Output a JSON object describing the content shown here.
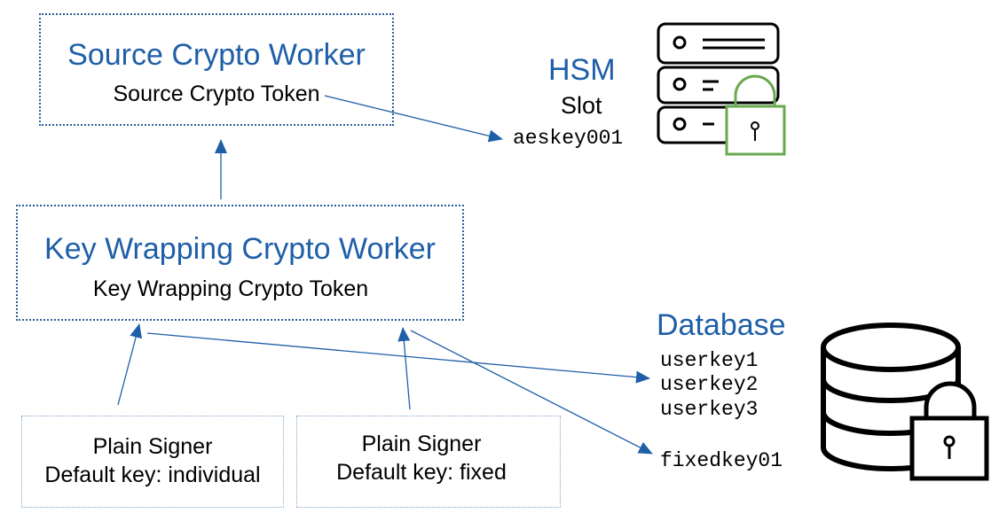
{
  "source_worker": {
    "title": "Source Crypto Worker",
    "token": "Source Crypto Token"
  },
  "key_wrapping_worker": {
    "title": "Key Wrapping Crypto Worker",
    "token": "Key Wrapping Crypto Token"
  },
  "signer_individual": {
    "line1": "Plain Signer",
    "line2": "Default key: individual"
  },
  "signer_fixed": {
    "line1": "Plain Signer",
    "line2": "Default key: fixed"
  },
  "hsm": {
    "title": "HSM",
    "slot_label": "Slot",
    "key": "aeskey001"
  },
  "database": {
    "title": "Database",
    "keys": [
      "userkey1",
      "userkey2",
      "userkey3"
    ],
    "fixed_key": "fixedkey01"
  },
  "colors": {
    "accent_blue": "#1f5fa8",
    "box_border": "#2b5d97",
    "lock_green": "#6aa84f",
    "icon_black": "#000000"
  },
  "icons": {
    "hsm": "server-rack-icon",
    "hsm_lock": "padlock-green-icon",
    "database": "database-cylinder-icon",
    "database_lock": "padlock-black-icon"
  }
}
